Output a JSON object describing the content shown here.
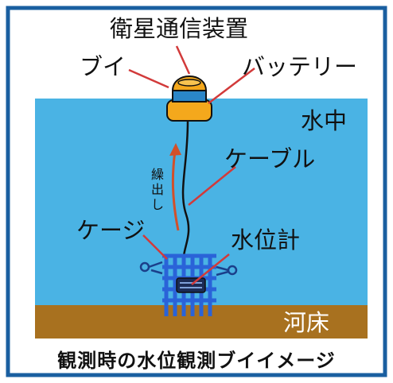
{
  "labels": {
    "satellite": "衛星通信装置",
    "buoy": "ブイ",
    "battery": "バッテリー",
    "underwater": "水中",
    "cable": "ケーブル",
    "payout": "繰出し",
    "cage": "ケージ",
    "water_level_gauge": "水位計",
    "riverbed": "河床"
  },
  "caption": "観測時の水位観測ブイイメージ",
  "colors": {
    "frame": "#1a5fa0",
    "water": "#4ab3e4",
    "riverbed": "#a8711f",
    "buoy": "#f4a81c",
    "buoy_band": "#2a86c8",
    "cage": "#2a63d8",
    "leader": "#d23a3a"
  }
}
